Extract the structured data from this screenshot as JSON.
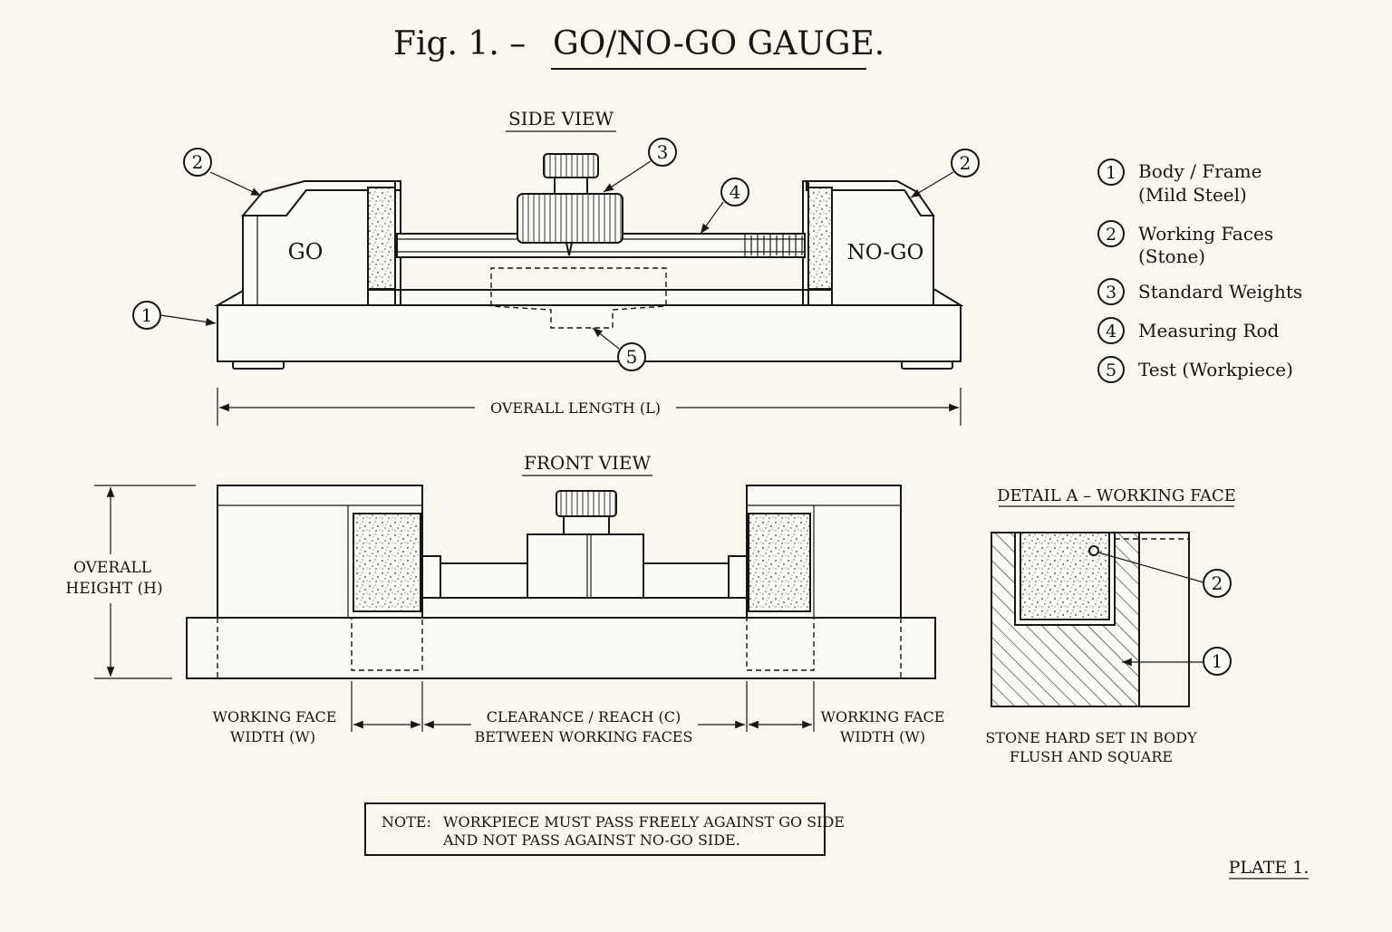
{
  "figure": {
    "prefix": "Fig. 1. –",
    "title": "GO/NO-GO GAUGE.",
    "plate": "PLATE 1."
  },
  "side_view": {
    "title": "SIDE VIEW",
    "go_label": "GO",
    "nogo_label": "NO-GO",
    "overall_length": "OVERALL LENGTH (L)"
  },
  "front_view": {
    "title": "FRONT VIEW",
    "overall_height": [
      "OVERALL",
      "HEIGHT (H)"
    ],
    "working_face_width": [
      "WORKING FACE",
      "WIDTH (W)"
    ],
    "clearance": [
      "CLEARANCE / REACH (C)",
      "BETWEEN WORKING FACES"
    ]
  },
  "detail": {
    "title": "DETAIL A – WORKING FACE",
    "caption": [
      "STONE HARD SET IN BODY",
      "FLUSH AND SQUARE"
    ]
  },
  "callouts": {
    "c1": "1",
    "c2": "2",
    "c3": "3",
    "c4": "4",
    "c5": "5"
  },
  "legend": [
    {
      "num": "1",
      "lines": [
        "Body / Frame",
        "(Mild Steel)"
      ]
    },
    {
      "num": "2",
      "lines": [
        "Working Faces",
        "(Stone)"
      ]
    },
    {
      "num": "3",
      "lines": [
        "Standard Weights"
      ]
    },
    {
      "num": "4",
      "lines": [
        "Measuring Rod"
      ]
    },
    {
      "num": "5",
      "lines": [
        "Test (Workpiece)"
      ]
    }
  ],
  "note": {
    "label": "NOTE:",
    "lines": [
      "WORKPIECE MUST PASS FREELY AGAINST GO SIDE",
      "AND NOT PASS AGAINST NO-GO SIDE."
    ]
  }
}
